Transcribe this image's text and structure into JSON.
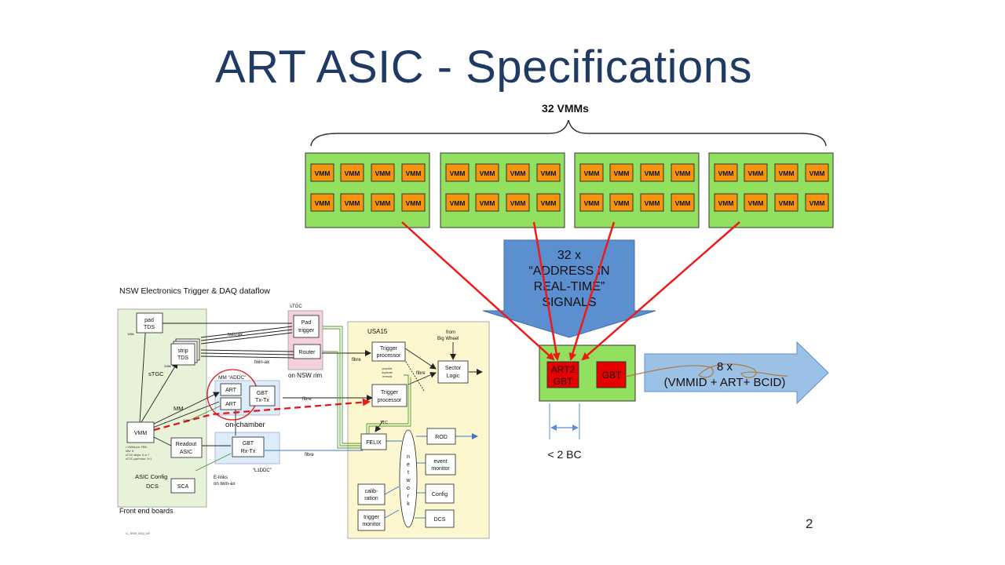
{
  "slide": {
    "title": "ART ASIC - Specifications",
    "page_number": "2"
  },
  "top_diagram": {
    "brace_label": "32 VMMs",
    "vmm_label": "VMM",
    "board_count": 4,
    "chips_per_board": 8,
    "arrow_text": [
      "32 x",
      "“ADDRESS IN",
      "REAL-TIME”",
      "SIGNALS"
    ],
    "art_chip": [
      "ART2",
      "GBT"
    ],
    "gbt_chip": "GBT",
    "output_text": [
      "8 x",
      "(VMMID + ART+ BCID)"
    ],
    "latency_label": "< 2 BC",
    "colors": {
      "board_green": "#92e05f",
      "vmm_orange": "#f7940f",
      "chip_red": "#e60000",
      "signal_red": "#ee1a1a",
      "big_arrow_blue": "#5b8fcf",
      "out_arrow_blue": "#9cc1e6"
    }
  },
  "dataflow": {
    "title": "NSW Electronics Trigger & DAQ dataflow",
    "front_end_label": "Front end boards",
    "footnote": "LL_NSW_DAQ_v20",
    "stgc_top": "sTGC",
    "stgc_side": "sTGC",
    "mm_label": "MM",
    "on_nsw_rim": "on NSW rim",
    "on_chamber": "on-chamber",
    "mm_addc": "MM “ADDC”",
    "l1ddc": "“L1DDC”",
    "usa15": "USA15",
    "from_big_wheel": [
      "from",
      "Big Wheel"
    ],
    "ttc": "TTC",
    "asic_config": [
      "ASIC Config",
      "DCS"
    ],
    "elinks": [
      "E-links",
      "on twin-ax"
    ],
    "twin_ax_1": "twin-ax",
    "twin_ax_2": "twin-ax",
    "fibre_1": "fibre",
    "fibre_2": "fibre",
    "fibre_3": "fibre",
    "fibre_4": "fibre",
    "small_tag_1": "1/6tk",
    "small_tag_2": "2/6tk",
    "small_tag_3": "2/4tk",
    "notes": [
      "• VMMs per FEB:",
      "MM: 8",
      "sTGC strips: 6 or 7",
      "sTGC pad+wire: 3+1"
    ],
    "boxes": {
      "pad_tds": [
        "pad",
        "TDS"
      ],
      "strip_tds": [
        "strip",
        "TDS"
      ],
      "pad_trigger": [
        "Pad",
        "trigger"
      ],
      "router": "Router",
      "art1": "ART",
      "art2": "ART",
      "gbt_txtx": [
        "GBT",
        "Tx-Tx"
      ],
      "vmm": "VMM",
      "readout_asic": [
        "Readout",
        "ASIC"
      ],
      "gbt_rxtx": [
        "GBT",
        "Rx-Tx"
      ],
      "sca": "SCA",
      "trigger_proc_1": [
        "Trigger",
        "processor"
      ],
      "trigger_proc_2": [
        "Trigger",
        "processor"
      ],
      "possible_removal": [
        "possible",
        "duplicate",
        "removal"
      ],
      "sector_logic": [
        "Sector",
        "Logic"
      ],
      "felix": "FELIX",
      "network": [
        "n",
        "e",
        "t",
        "w",
        "o",
        "r",
        "k"
      ],
      "rod": "ROD",
      "event_monitor": [
        "event",
        "monitor"
      ],
      "config": "Config",
      "dcs": "DCS",
      "calibration": [
        "calib-",
        "ration"
      ],
      "trigger_monitor": [
        "trigger",
        "monitor"
      ]
    }
  }
}
